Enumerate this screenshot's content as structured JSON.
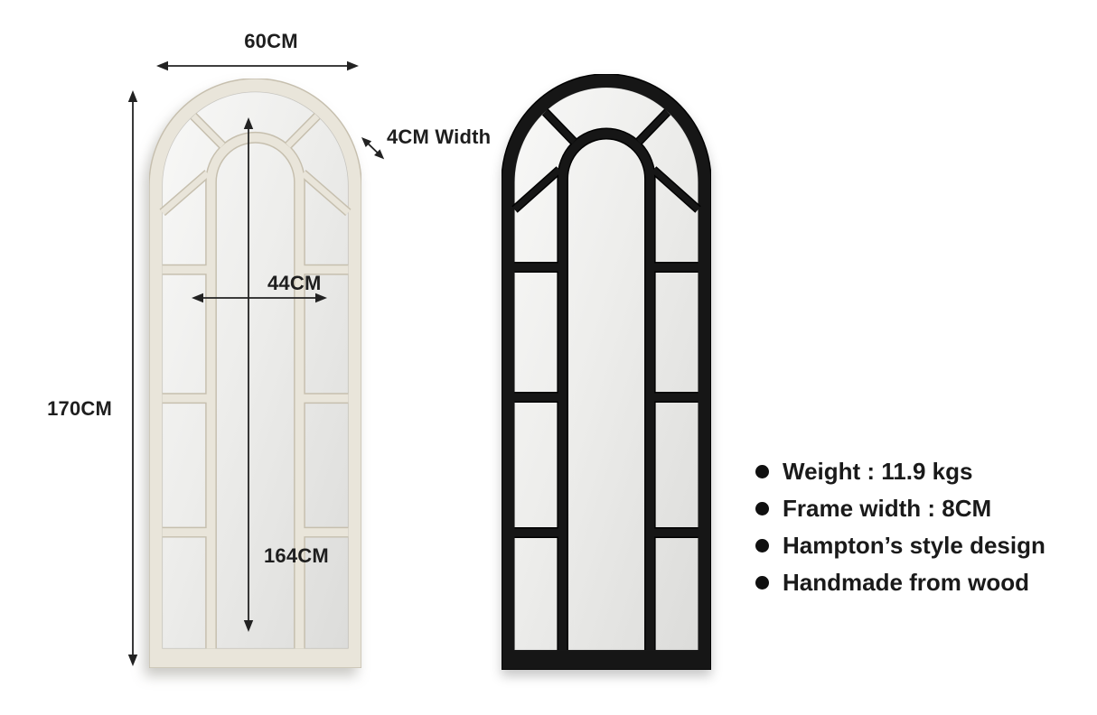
{
  "annotations": {
    "outer_width": "60CM",
    "outer_height": "170CM",
    "frame_depth": "4CM Width",
    "inner_width": "44CM",
    "inner_height": "164CM"
  },
  "features": {
    "items": [
      {
        "label": "Weight : 11.9 kgs"
      },
      {
        "label": "Frame width  : 8CM"
      },
      {
        "label": "Hampton’s style design"
      },
      {
        "label": "Handmade from wood"
      }
    ]
  },
  "mirrors": [
    {
      "name": "white-arched-window-mirror",
      "frame_color": "#e9e5da"
    },
    {
      "name": "black-arched-window-mirror",
      "frame_color": "#161616"
    }
  ],
  "colors": {
    "background": "#ffffff",
    "annotation_ink": "#222222",
    "glass_light": "#f7f7f6",
    "glass_dark": "#dededc",
    "bullet": "#101010"
  }
}
